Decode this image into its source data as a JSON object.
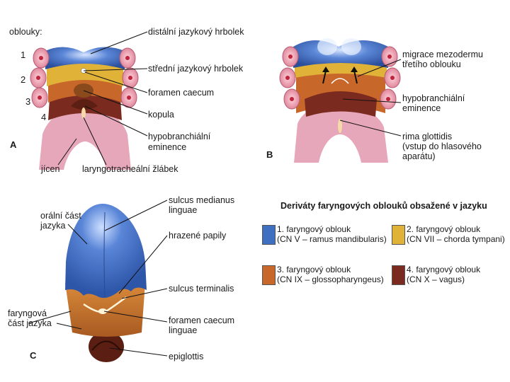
{
  "panel_a": {
    "header": "oblouky:",
    "arch_numbers": [
      "1",
      "2",
      "3",
      "4"
    ],
    "letter": "A",
    "labels": {
      "distal": "distální jazykový hrbolek",
      "median": "střední jazykový hrbolek",
      "foramen": "foramen caecum",
      "copula": "kopula",
      "hypo_1": "hypobranchiální",
      "hypo_2": "eminence",
      "pharynx": "jícen",
      "groove": "laryngotracheální žlábek"
    }
  },
  "panel_b": {
    "letter": "B",
    "labels": {
      "migration_1": "migrace mezodermu",
      "migration_2": "třetího oblouku",
      "hypo_1": "hypobranchiální",
      "hypo_2": "eminence",
      "rima_1": "rima glottidis",
      "rima_2": "(vstup do hlasového",
      "rima_3": "aparátu)"
    }
  },
  "panel_c": {
    "letter": "C",
    "labels": {
      "sulcus_med_1": "sulcus medianus",
      "sulcus_med_2": "linguae",
      "oral_1": "orální část",
      "oral_2": "jazyka",
      "papillae": "hrazené papily",
      "terminalis": "sulcus terminalis",
      "pharyngeal_1": "faryngová",
      "pharyngeal_2": "část jazyka",
      "foramen_1": "foramen caecum",
      "foramen_2": "linguae",
      "epiglottis": "epiglottis"
    }
  },
  "legend": {
    "title": "Deriváty faryngových oblouků obsažené v jazyku",
    "items": [
      {
        "line1": "1. faryngový oblouk",
        "line2": "(CN V – ramus mandibularis)",
        "color": "#3f6fc0"
      },
      {
        "line1": "2. faryngový oblouk",
        "line2": "(CN VII – chorda tympani)",
        "color": "#e0b238"
      },
      {
        "line1": "3. faryngový oblouk",
        "line2": "(CN IX – glossopharyngeus)",
        "color": "#c8672a"
      },
      {
        "line1": "4. faryngový oblouk",
        "line2": "(CN X – vagus)",
        "color": "#7a2a1e"
      }
    ]
  }
}
